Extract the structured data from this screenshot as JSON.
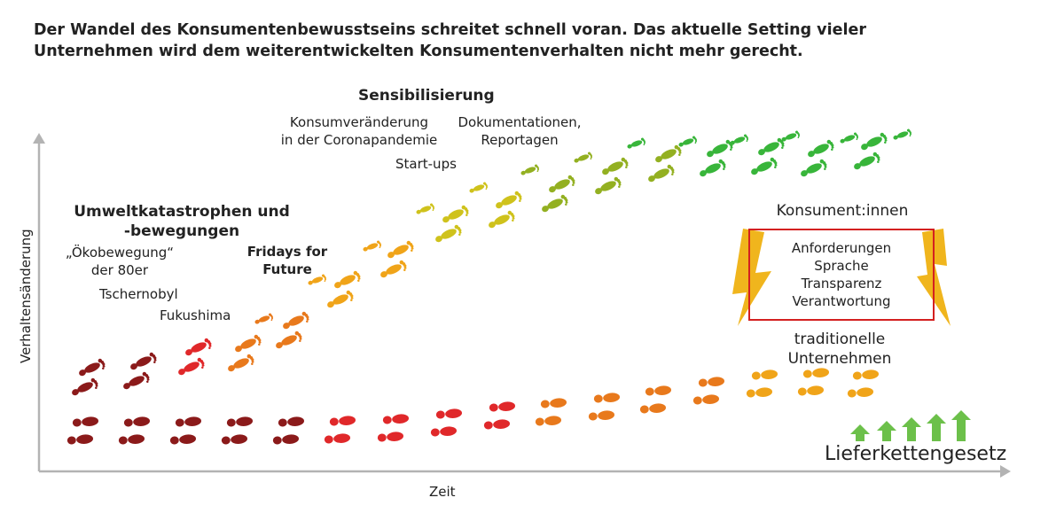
{
  "headline": {
    "line1": "Der Wandel des Konsumentenbewusstseins schreitet schnell voran. Das aktuelle Setting vieler",
    "line2": "Unternehmen wird dem weiterentwickelten Konsumentenverhalten nicht mehr gerecht."
  },
  "axes": {
    "y_label": "Verhaltensänderung",
    "x_label": "Zeit"
  },
  "labels": {
    "sensibilisierung": "Sensibilisierung",
    "konsum_line1": "Konsumveränderung",
    "konsum_line2": "in der Coronapandemie",
    "doku_line1": "Dokumentationen,",
    "doku_line2": "Reportagen",
    "startups": "Start-ups",
    "umwelt_line1": "Umweltkatastrophen und",
    "umwelt_line2": "-bewegungen",
    "oeko_line1": "„Ökobewegung“",
    "oeko_line2": "der 80er",
    "tschernobyl": "Tschernobyl",
    "fukushima": "Fukushima",
    "fridays_line1": "Fridays for",
    "fridays_line2": "Future",
    "konsumenten": "Konsument:innen",
    "unternehmen_line1": "traditionelle",
    "unternehmen_line2": "Unternehmen",
    "lieferketten": "Lieferkettengesetz"
  },
  "requirements": [
    "Anforderungen",
    "Sprache",
    "Transparenz",
    "Verantwortung"
  ],
  "colors": {
    "dark_red": "#8b1a1a",
    "red": "#e0282a",
    "orange": "#e8791c",
    "amber": "#f0a419",
    "yellow": "#cfc21c",
    "olive": "#93b021",
    "green": "#38b53a",
    "bolt": "#f0b51d",
    "box_border": "#d42020",
    "arrow_green": "#6cc04a"
  },
  "icons": {
    "upper_path": "bare-footprint-icon",
    "lower_path": "shoeprint-icon",
    "conflict": "lightning-bolt-icon",
    "growth": "up-arrow-icon"
  }
}
